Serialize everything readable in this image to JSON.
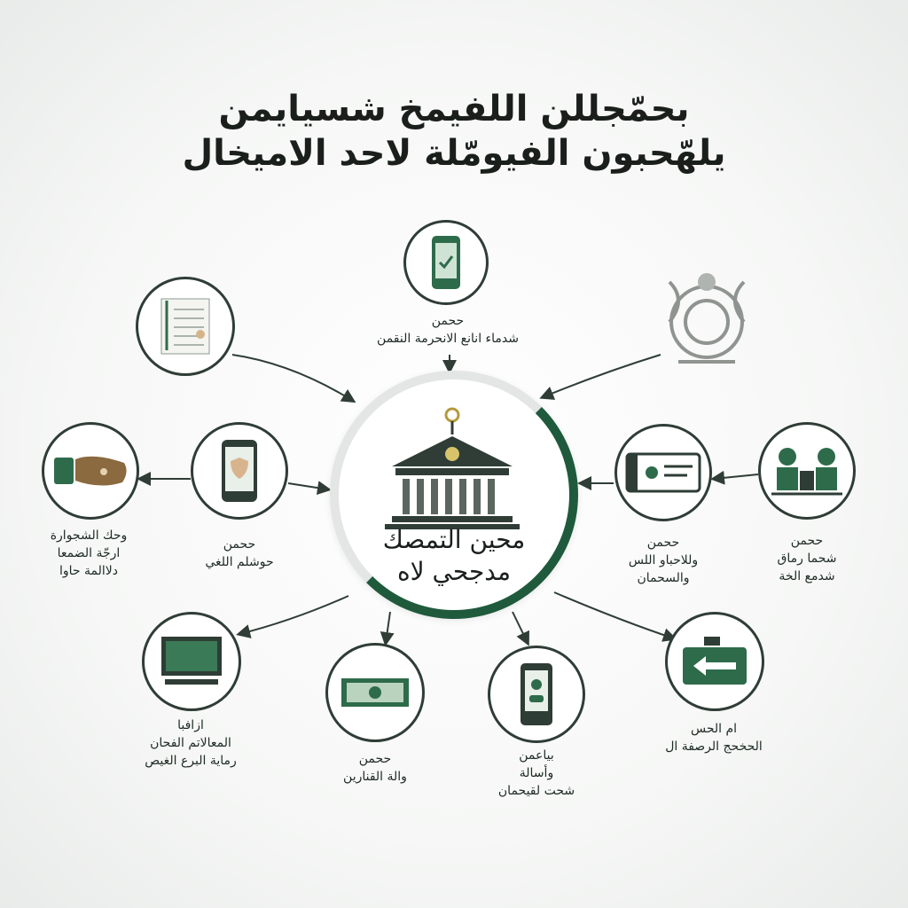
{
  "title": {
    "line1": "بحمّجللن اللفيمخ شسيايمن",
    "line2": "يلهّحبون الفيومّلة لاحد الاميخال"
  },
  "center": {
    "line1": "محين التمصك",
    "line2": "مدجحي لاه",
    "icon": "bank-building-icon"
  },
  "nodes": [
    {
      "id": "top-phone",
      "icon": "smartphone-check-icon",
      "label": [
        "ححمن",
        "شدماء انانع الانحرمة النقمن"
      ]
    },
    {
      "id": "document",
      "icon": "document-icon",
      "label": []
    },
    {
      "id": "emblem",
      "icon": "emblem-icon",
      "label": []
    },
    {
      "id": "cash-wallet",
      "icon": "cash-wallet-icon",
      "label": [
        "وحك الشجوارة",
        "ارجّة الضمعا",
        "دلاالمة حاوا"
      ]
    },
    {
      "id": "phone-shield",
      "icon": "phone-shield-icon",
      "label": [
        "ححمن",
        "حوشلم اللغي"
      ]
    },
    {
      "id": "id-card",
      "icon": "id-card-icon",
      "label": [
        "ححمن",
        "وللاحباو اللس",
        "والسحمان"
      ]
    },
    {
      "id": "two-people",
      "icon": "two-people-icon",
      "label": [
        "ححمن",
        "شحما رماق",
        "شدمع الخة"
      ]
    },
    {
      "id": "monitor",
      "icon": "monitor-icon",
      "label": [
        "ازافبا",
        "المعالاتم الفحان",
        "رماية البرع الغيص"
      ]
    },
    {
      "id": "banknote",
      "icon": "banknote-icon",
      "label": [
        "ححمن",
        "والة القنارين"
      ]
    },
    {
      "id": "mobile",
      "icon": "mobile-phone-icon",
      "label": [
        "بياعمن",
        "وأسالة",
        "شحت لقيحمان"
      ]
    },
    {
      "id": "arrow-sign",
      "icon": "arrow-sign-icon",
      "label": [
        "ام الحس",
        "الحخحج الرصفة ال"
      ]
    }
  ],
  "colors": {
    "accent": "#1f5a3c",
    "outline": "#2f3d36",
    "icon": "#2e6b4a"
  }
}
